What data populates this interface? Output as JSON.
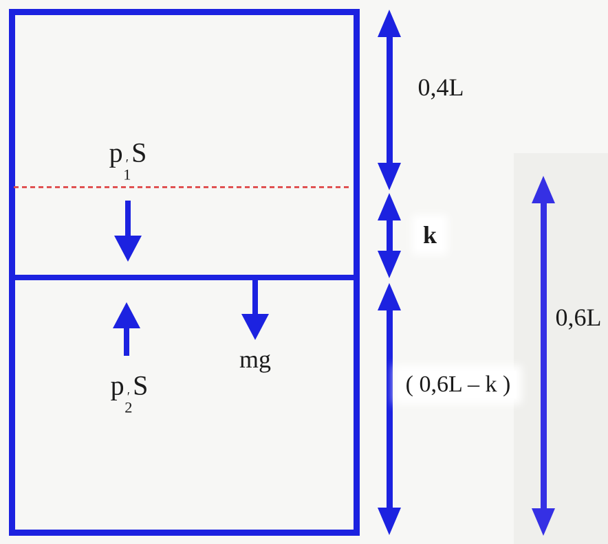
{
  "palette": {
    "blue": "#1c22e0",
    "arrow_violet_blue": "#3530e4",
    "red_dashed": "#e05252",
    "text": "#1b1b1b",
    "background": "#f7f7f5",
    "shaded_panel": "#efefec",
    "label_halo": "#ffffff"
  },
  "force_labels": {
    "p1": {
      "base": "p",
      "prime": "′",
      "sub": "1",
      "area": "S"
    },
    "p2": {
      "base": "p",
      "prime": "′",
      "sub": "2",
      "area": "S"
    },
    "weight": "mg"
  },
  "dimension_labels": {
    "upper_gas_column": "0,4L",
    "piston_displacement": "k",
    "lower_gas_remaining": "( 0,6L – k )",
    "lower_gas_total": "0,6L"
  }
}
